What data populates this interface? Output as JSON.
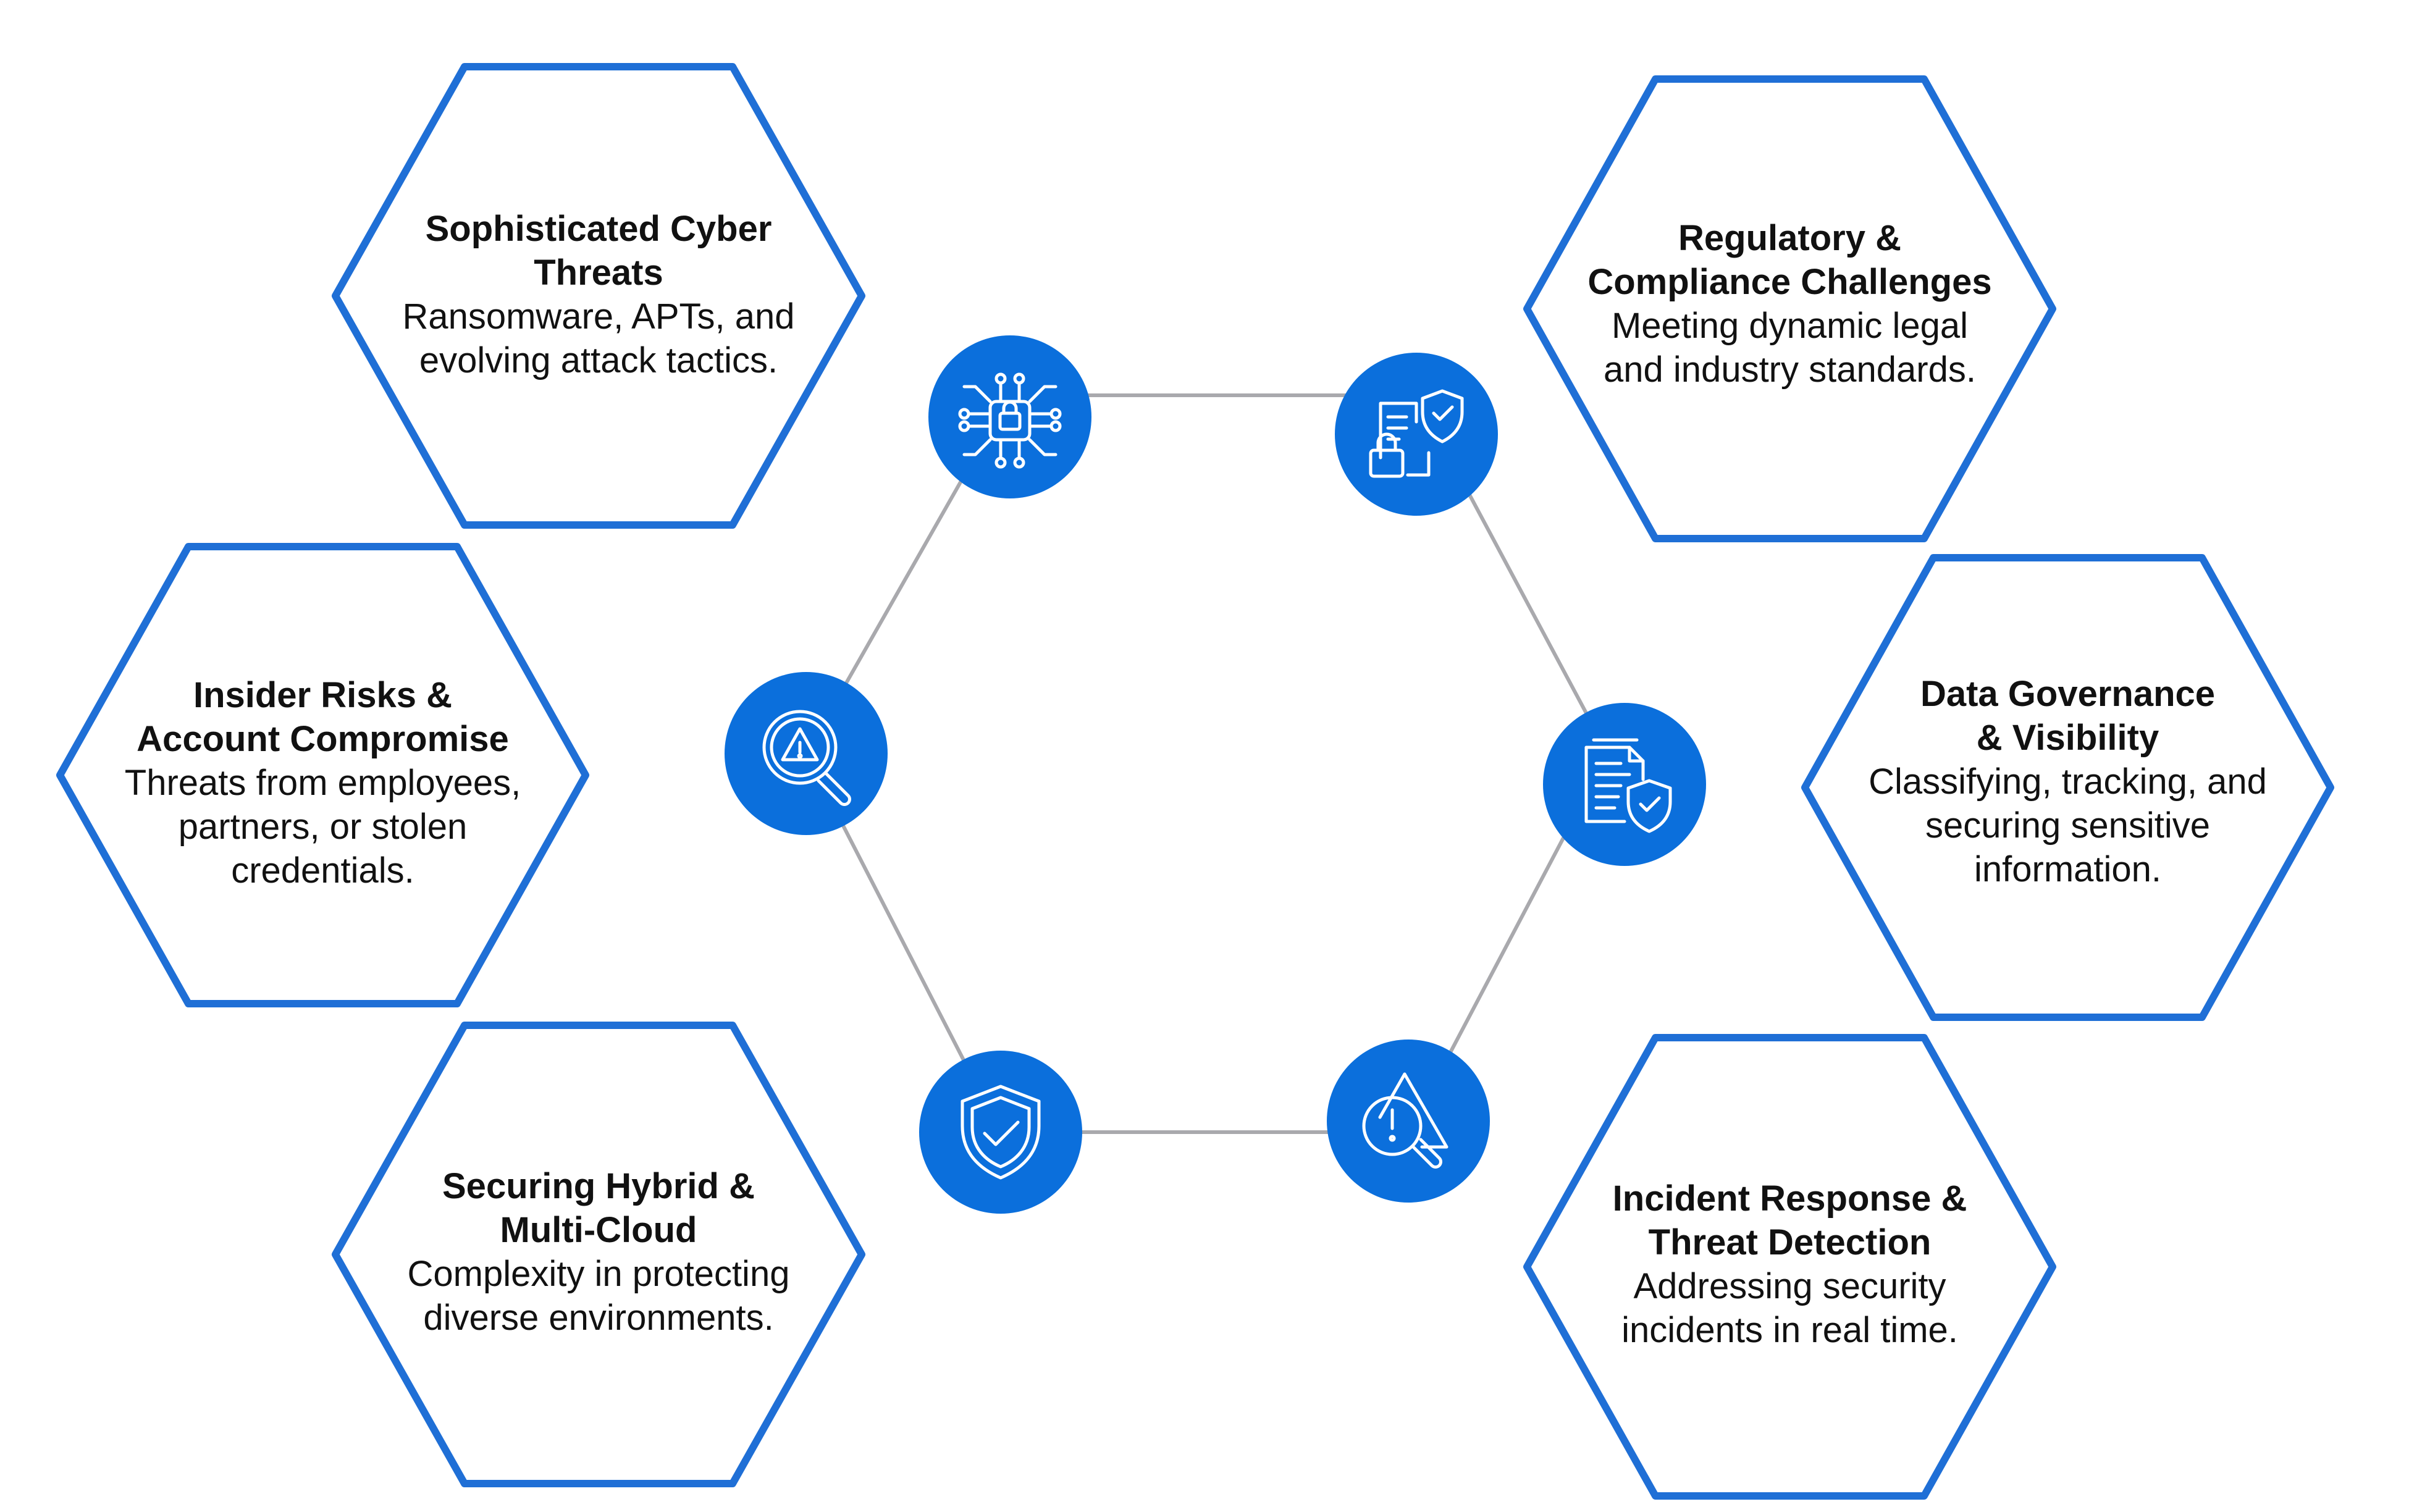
{
  "colors": {
    "brand_blue": "#0b6fdc",
    "hex_stroke": "#1f6fd6",
    "connector": "#a9a9ad",
    "text": "#111111"
  },
  "icons": [
    "circuit-lock-icon",
    "document-shield-lock-icon",
    "document-shield-check-icon",
    "warning-magnifier-icon",
    "shield-check-icon",
    "search-warning-icon"
  ],
  "cards": [
    {
      "title": "Sophisticated Cyber\nThreats",
      "desc": "Ransomware, APTs, and\nevolving attack tactics."
    },
    {
      "title": "Insider Risks &\nAccount Compromise",
      "desc": "Threats from employees,\npartners, or stolen\ncredentials."
    },
    {
      "title": "Securing Hybrid &\nMulti-Cloud",
      "desc": "Complexity in protecting\ndiverse environments."
    },
    {
      "title": "Regulatory &\nCompliance Challenges",
      "desc": "Meeting dynamic legal\nand industry standards."
    },
    {
      "title": "Data Governance\n& Visibility",
      "desc": "Classifying, tracking, and\nsecuring sensitive\ninformation."
    },
    {
      "title": "Incident Response &\nThreat Detection",
      "desc": "Addressing security\nincidents in real time."
    }
  ]
}
